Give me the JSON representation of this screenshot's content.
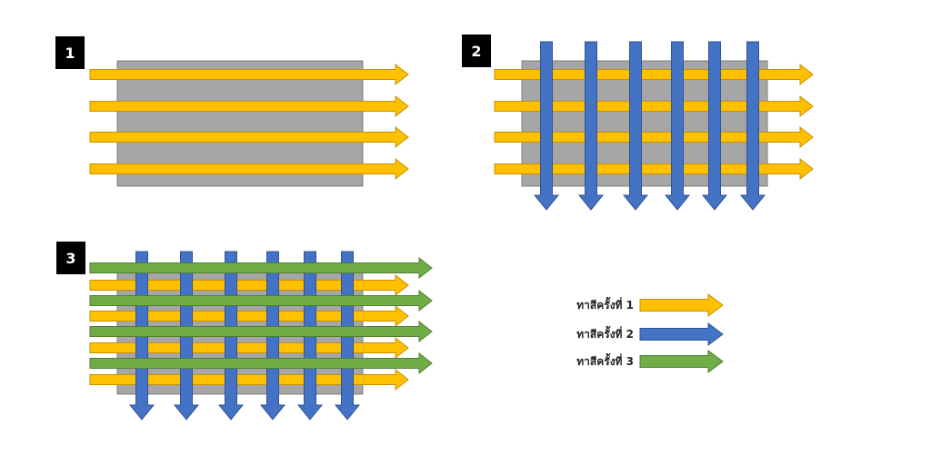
{
  "colors": {
    "background": "#ffffff",
    "panel": "#a6a6a6",
    "panel_border": "#7f7f7f",
    "badge": "#000000",
    "pass_1": "#ffc000",
    "pass_1_edge": "#c98f00",
    "pass_2": "#4472c4",
    "pass_2_edge": "#2f5597",
    "pass_3": "#70ad47",
    "pass_3_edge": "#507e32"
  },
  "steps": [
    {
      "number": "1"
    },
    {
      "number": "2"
    },
    {
      "number": "3"
    }
  ],
  "legend": [
    {
      "label": "ทาสีครั้งที่ 1",
      "color_key": "pass_1"
    },
    {
      "label": "ทาสีครั้งที่ 2",
      "color_key": "pass_2"
    },
    {
      "label": "ทาสีครั้งที่ 3",
      "color_key": "pass_3"
    }
  ]
}
